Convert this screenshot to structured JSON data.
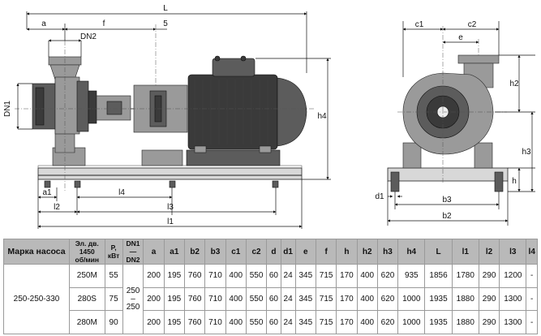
{
  "drawing": {
    "dim_labels": {
      "L": "L",
      "a": "a",
      "f": "f",
      "dn2": "DN2",
      "five": "5",
      "dn1": "DN1",
      "h4": "h4",
      "a1": "a1",
      "l2": "l2",
      "l4": "l4",
      "l3": "l3",
      "l1": "l1",
      "c1": "c1",
      "c2": "c2",
      "e": "e",
      "h2": "h2",
      "h3": "h3",
      "h": "h",
      "d1": "d1",
      "b3": "b3",
      "b2": "b2"
    }
  },
  "table": {
    "headers": {
      "model": "Марка насоса",
      "motor_l1": "Эл. дв.",
      "motor_l2": "1450",
      "motor_l3": "об/мин",
      "power_l1": "P,",
      "power_l2": "кВт",
      "dn_top": "DN1",
      "dn_sep": "—",
      "dn_bottom": "DN2",
      "cols": [
        "a",
        "a1",
        "b2",
        "b3",
        "c1",
        "c2",
        "d",
        "d1",
        "e",
        "f",
        "h",
        "h2",
        "h3",
        "h4",
        "L",
        "l1",
        "l2",
        "l3",
        "l4"
      ]
    },
    "model": "250-250-330",
    "dn": {
      "top": "250",
      "sep": "–",
      "bottom": "250"
    },
    "rows": [
      {
        "motor": "250M",
        "power": "55",
        "values": [
          "200",
          "195",
          "760",
          "710",
          "400",
          "550",
          "60",
          "24",
          "345",
          "715",
          "170",
          "400",
          "620",
          "935",
          "1856",
          "1780",
          "290",
          "1200",
          "-"
        ]
      },
      {
        "motor": "280S",
        "power": "75",
        "values": [
          "200",
          "195",
          "760",
          "710",
          "400",
          "550",
          "60",
          "24",
          "345",
          "715",
          "170",
          "400",
          "620",
          "1000",
          "1935",
          "1880",
          "290",
          "1300",
          "-"
        ]
      },
      {
        "motor": "280M",
        "power": "90",
        "values": [
          "200",
          "195",
          "760",
          "710",
          "400",
          "550",
          "60",
          "24",
          "345",
          "715",
          "170",
          "400",
          "620",
          "1000",
          "1935",
          "1880",
          "290",
          "1300",
          "-"
        ]
      }
    ]
  }
}
